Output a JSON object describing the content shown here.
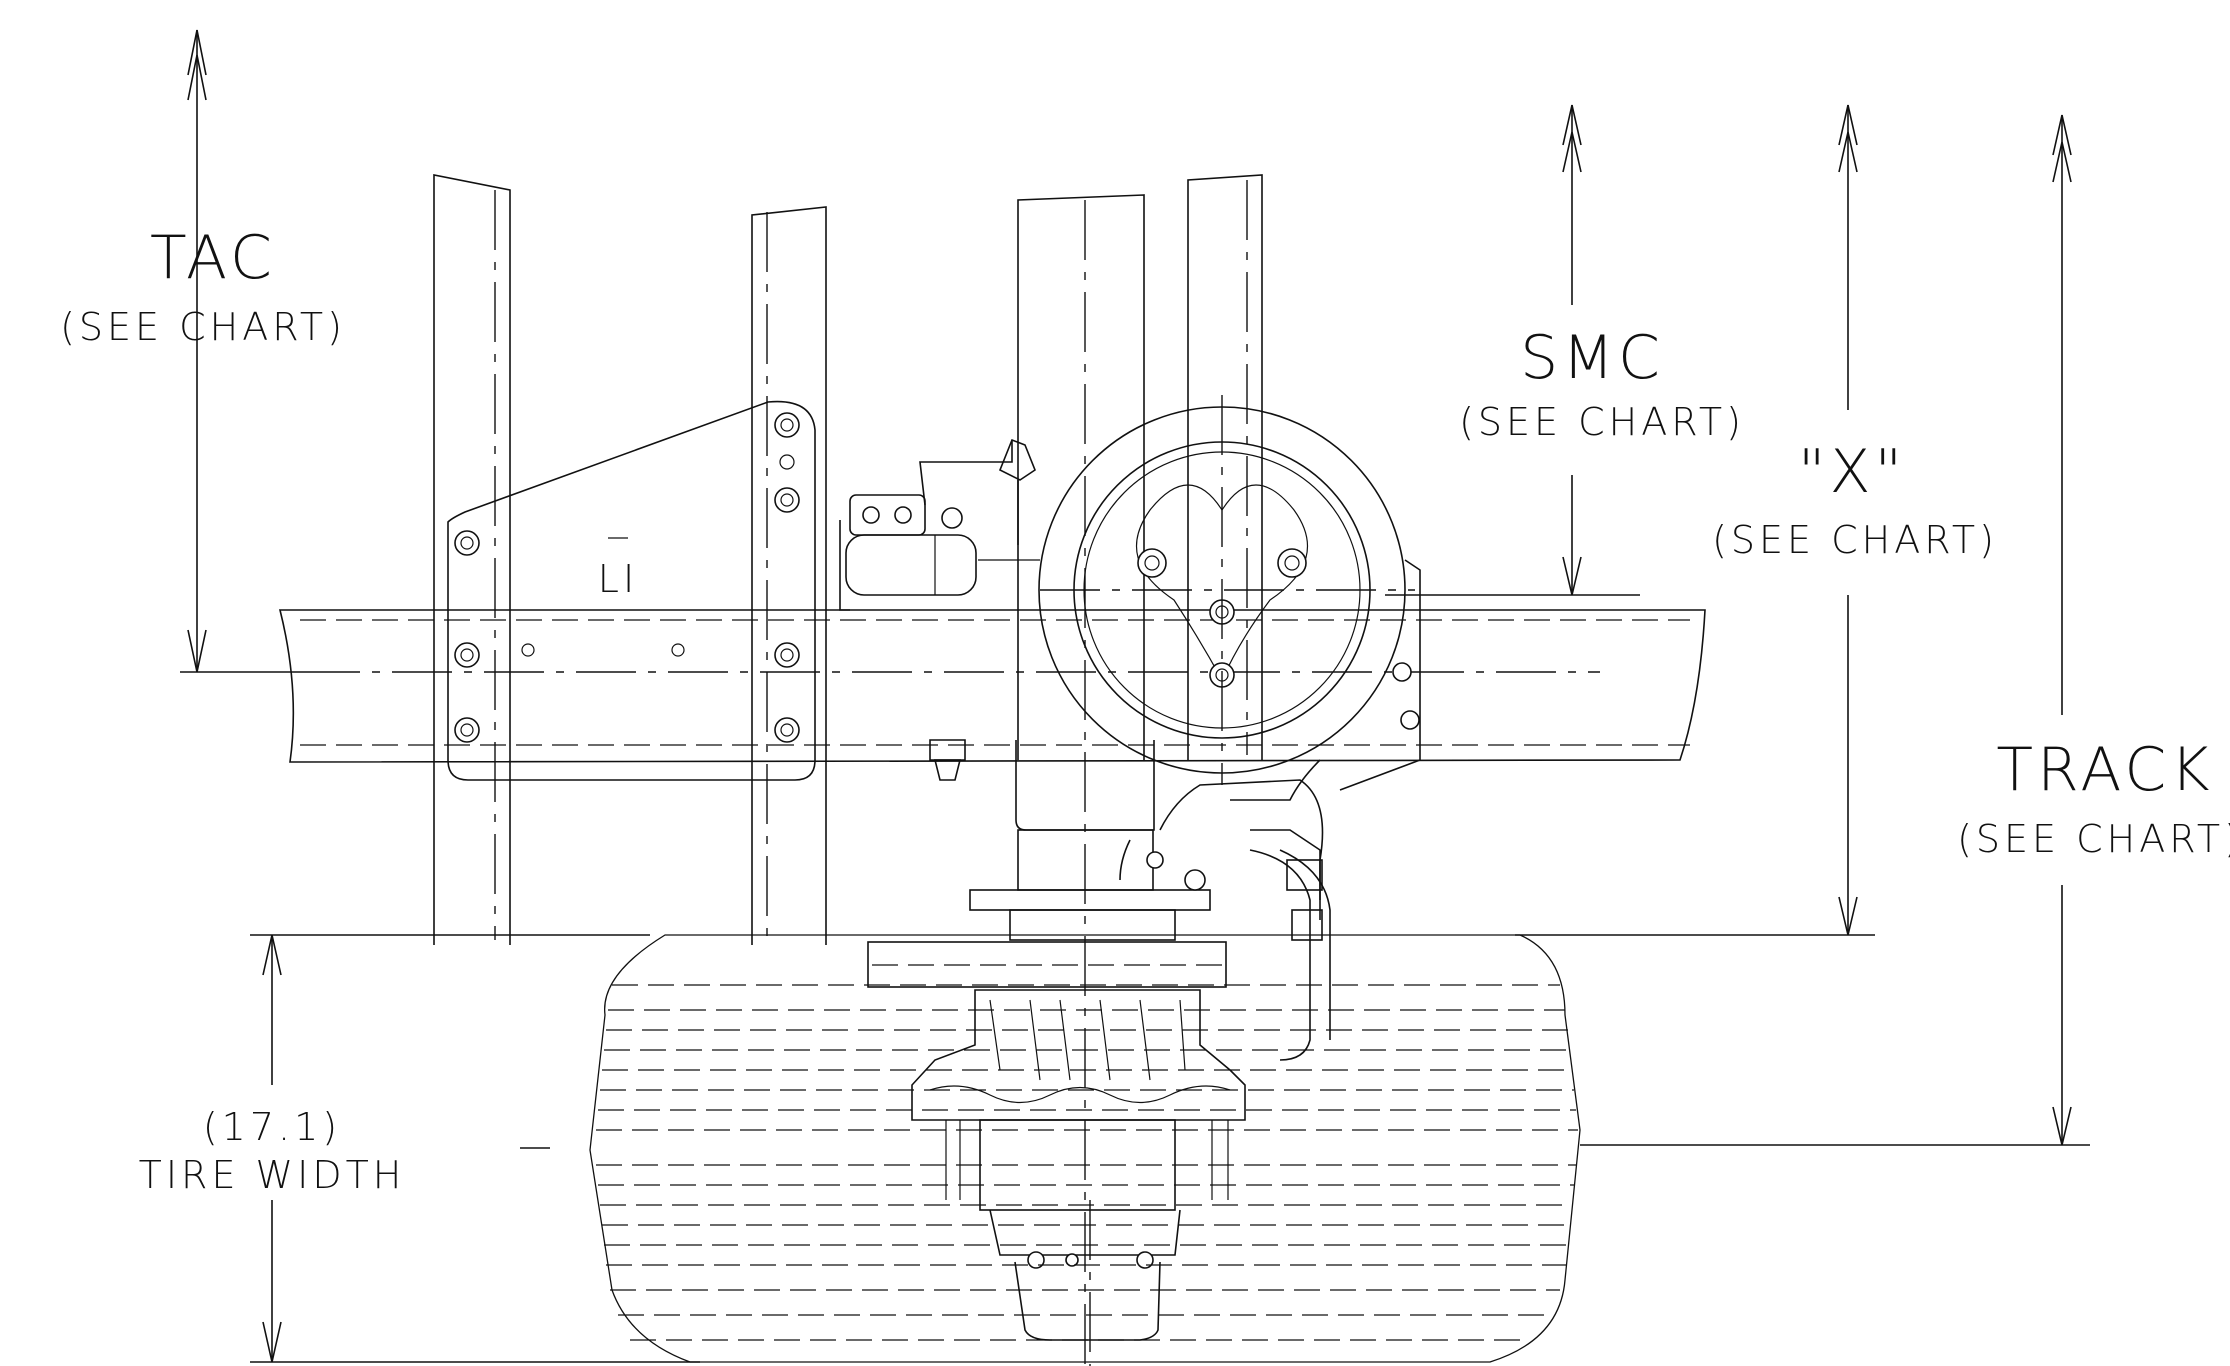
{
  "dimensions": {
    "tac": {
      "title": "TAC",
      "note": "(SEE CHART)"
    },
    "smc": {
      "title": "SMC",
      "note": "(SEE CHART)"
    },
    "x": {
      "title": "\"X\"",
      "note": "(SEE CHART)"
    },
    "track": {
      "title": "TRACK",
      "note": "(SEE CHART)"
    },
    "tire_width": {
      "value": "(17.1)",
      "label": "TIRE WIDTH"
    }
  },
  "callouts": {
    "center_mark": "LI"
  }
}
